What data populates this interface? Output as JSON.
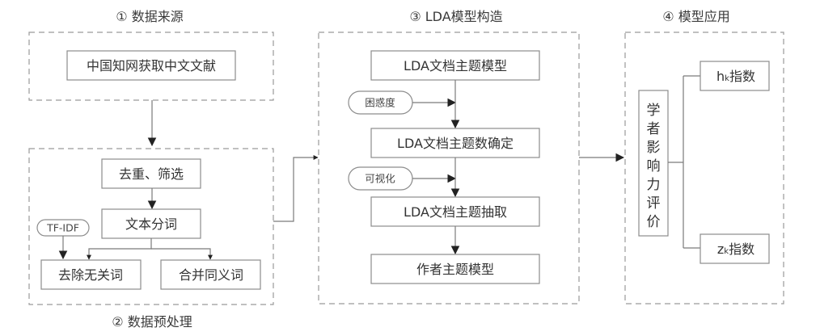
{
  "diagram": {
    "sections": {
      "data_source": {
        "title": "① 数据来源",
        "nodes": {
          "cnki": "中国知网获取中文文献"
        }
      },
      "preprocessing": {
        "title": "② 数据预处理",
        "nodes": {
          "dedupe": "去重、筛选",
          "segmentation": "文本分词",
          "remove_irrelevant": "去除无关词",
          "merge_synonyms": "合并同义词"
        },
        "inputs": {
          "tfidf": "TF-IDF"
        }
      },
      "lda_construction": {
        "title": "③ LDA模型构造",
        "nodes": {
          "lda_model": "LDA文档主题模型",
          "topic_count": "LDA文档主题数确定",
          "topic_extraction": "LDA文档主题抽取",
          "author_topic": "作者主题模型"
        },
        "inputs": {
          "perplexity": "困惑度",
          "visualization": "可视化"
        }
      },
      "application": {
        "title": "④ 模型应用",
        "nodes": {
          "scholar_eval_chars": [
            "学",
            "者",
            "影",
            "响",
            "力",
            "评",
            "价"
          ],
          "hk_main": "h",
          "hk_sub": "k",
          "hk_suffix": "指数",
          "zk_main": "z",
          "zk_sub": "k",
          "zk_suffix": "指数"
        }
      }
    }
  }
}
